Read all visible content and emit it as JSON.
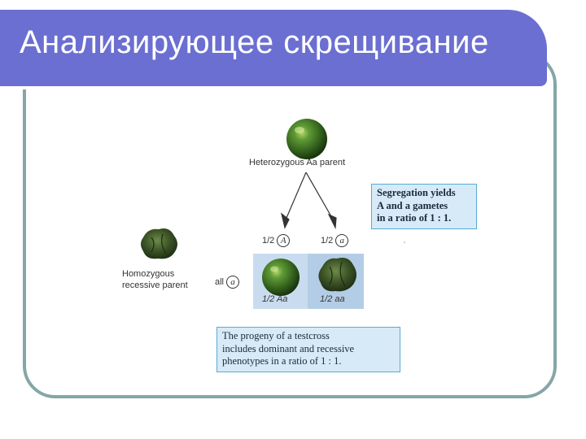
{
  "slide": {
    "title": "Анализирующее скрещивание"
  },
  "figure": {
    "parent_top_label": "Heterozygous Aa parent",
    "callout_top": [
      "Segregation yields",
      "A and a gametes",
      "in a ratio of 1 : 1."
    ],
    "gamete_left": {
      "fraction": "1/2",
      "allele": "A"
    },
    "gamete_right": {
      "fraction": "1/2",
      "allele": "a"
    },
    "recessive_parent_label": [
      "Homozygous",
      "recessive parent"
    ],
    "recessive_gamete": {
      "prefix": "all",
      "allele": "a"
    },
    "offspring_left": "1/2 Aa",
    "offspring_right": "1/2 aa",
    "callout_bottom": [
      "The progeny of a testcross",
      "includes dominant and recessive",
      "phenotypes in a ratio of 1 : 1."
    ]
  },
  "colors": {
    "title_bg": "#6b6fd1",
    "frame": "#84a6a6",
    "callout_bg": "#d6ebf7",
    "callout_border": "#5aa9d6",
    "pea": "#3f7a2a"
  }
}
